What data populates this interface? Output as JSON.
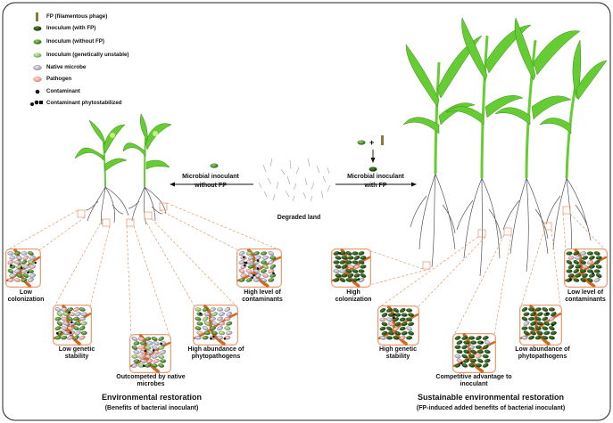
{
  "legend": [
    {
      "key": "fp",
      "label": "FP (filamentous phage)"
    },
    {
      "key": "with_fp",
      "label": "Inoculum (with FP)"
    },
    {
      "key": "without_fp",
      "label": "Inoculum (without FP)"
    },
    {
      "key": "unstable",
      "label": "Inoculum (genetically unstable)"
    },
    {
      "key": "native",
      "label": "Native microbe"
    },
    {
      "key": "pathogen",
      "label": "Pathogen"
    },
    {
      "key": "contaminant",
      "label": "Contaminant"
    },
    {
      "key": "phyto",
      "label": "Contaminant phytostabilized"
    }
  ],
  "center": {
    "degraded_land": "Degraded land",
    "left_arrow": {
      "line1": "Microbial inoculant",
      "line2": "without FP"
    },
    "right_arrow": {
      "line1": "Microbial inoculant",
      "line2": "with FP"
    }
  },
  "left_panel": {
    "title": "Environmental restoration",
    "subtitle": "(Benefits of bacterial inoculant)",
    "boxes": [
      {
        "label": "Low colonization"
      },
      {
        "label": "Low genetic stability"
      },
      {
        "label": "Outcompeted by native microbes"
      },
      {
        "label": "High abundance of phytopathogens"
      },
      {
        "label": "High level of contaminants"
      }
    ]
  },
  "right_panel": {
    "title": "Sustainable environmental restoration",
    "subtitle": "(FP-induced added benefits of bacterial inoculant)",
    "boxes": [
      {
        "label": "High colonization"
      },
      {
        "label": "High genetic stability"
      },
      {
        "label": "Competitive advantage to inoculant"
      },
      {
        "label": "Low abundance of phytopathogens"
      },
      {
        "label": "Low level of contaminants"
      }
    ]
  },
  "colors": {
    "inoculum_green": "#4a8f2a",
    "native_grey": "#c8c8d8",
    "pathogen_pink": "#f4b8b0",
    "root_orange": "#d2691e",
    "box_border": "#e8a07a",
    "leaf_green": "#66cc33",
    "dashed": "#e08a50"
  }
}
